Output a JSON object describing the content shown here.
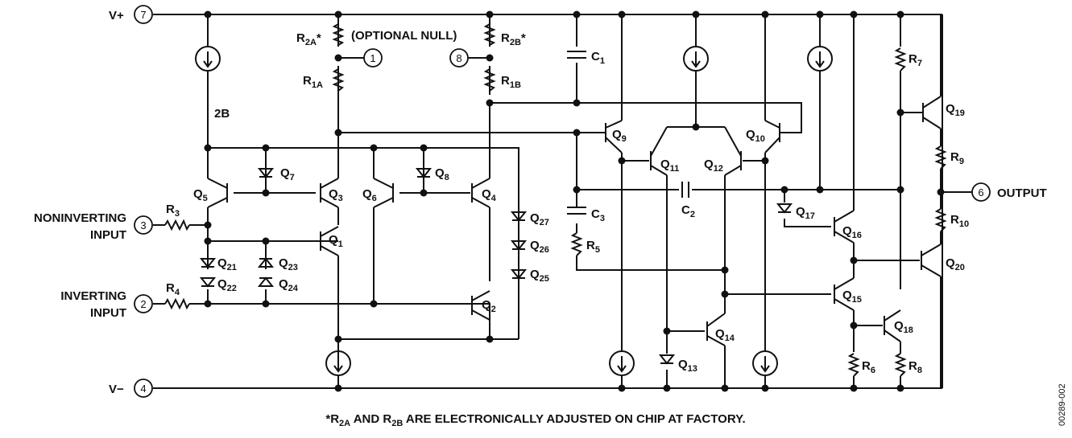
{
  "supply": {
    "vplus": "V+",
    "vminus": "V−"
  },
  "pins": {
    "vplus": "7",
    "vminus": "4",
    "null1": "1",
    "null8": "8",
    "noninv": "3",
    "inv": "2",
    "out": "6"
  },
  "signals": {
    "noninverting": [
      "NONINVERTING",
      "INPUT"
    ],
    "inverting": [
      "INVERTING",
      "INPUT"
    ],
    "output": "OUTPUT",
    "optional_null": "(OPTIONAL NULL)",
    "two_b": "2B"
  },
  "components": {
    "r2a": {
      "base": "R",
      "sub": "2A",
      "suffix": "*"
    },
    "r2b": {
      "base": "R",
      "sub": "2B",
      "suffix": "*"
    },
    "r1a": {
      "base": "R",
      "sub": "1A"
    },
    "r1b": {
      "base": "R",
      "sub": "1B"
    },
    "r3": {
      "base": "R",
      "sub": "3"
    },
    "r4": {
      "base": "R",
      "sub": "4"
    },
    "r5": {
      "base": "R",
      "sub": "5"
    },
    "r6": {
      "base": "R",
      "sub": "6"
    },
    "r7": {
      "base": "R",
      "sub": "7"
    },
    "r8": {
      "base": "R",
      "sub": "8"
    },
    "r9": {
      "base": "R",
      "sub": "9"
    },
    "r10": {
      "base": "R",
      "sub": "10"
    },
    "c1": {
      "base": "C",
      "sub": "1"
    },
    "c2": {
      "base": "C",
      "sub": "2"
    },
    "c3": {
      "base": "C",
      "sub": "3"
    },
    "q1": {
      "base": "Q",
      "sub": "1"
    },
    "q2": {
      "base": "Q",
      "sub": "2"
    },
    "q3": {
      "base": "Q",
      "sub": "3"
    },
    "q4": {
      "base": "Q",
      "sub": "4"
    },
    "q5": {
      "base": "Q",
      "sub": "5"
    },
    "q6": {
      "base": "Q",
      "sub": "6"
    },
    "q7": {
      "base": "Q",
      "sub": "7"
    },
    "q8": {
      "base": "Q",
      "sub": "8"
    },
    "q9": {
      "base": "Q",
      "sub": "9"
    },
    "q10": {
      "base": "Q",
      "sub": "10"
    },
    "q11": {
      "base": "Q",
      "sub": "11"
    },
    "q12": {
      "base": "Q",
      "sub": "12"
    },
    "q13": {
      "base": "Q",
      "sub": "13"
    },
    "q14": {
      "base": "Q",
      "sub": "14"
    },
    "q15": {
      "base": "Q",
      "sub": "15"
    },
    "q16": {
      "base": "Q",
      "sub": "16"
    },
    "q17": {
      "base": "Q",
      "sub": "17"
    },
    "q18": {
      "base": "Q",
      "sub": "18"
    },
    "q19": {
      "base": "Q",
      "sub": "19"
    },
    "q20": {
      "base": "Q",
      "sub": "20"
    },
    "q21": {
      "base": "Q",
      "sub": "21"
    },
    "q22": {
      "base": "Q",
      "sub": "22"
    },
    "q23": {
      "base": "Q",
      "sub": "23"
    },
    "q24": {
      "base": "Q",
      "sub": "24"
    },
    "q25": {
      "base": "Q",
      "sub": "25"
    },
    "q26": {
      "base": "Q",
      "sub": "26"
    },
    "q27": {
      "base": "Q",
      "sub": "27"
    }
  },
  "footnote": {
    "prefix": "*R",
    "s1": "2A",
    "mid": " AND R",
    "s2": "2B",
    "rest": " ARE ELECTRONICALLY ADJUSTED ON CHIP AT FACTORY."
  },
  "figure_id": "00289-002"
}
